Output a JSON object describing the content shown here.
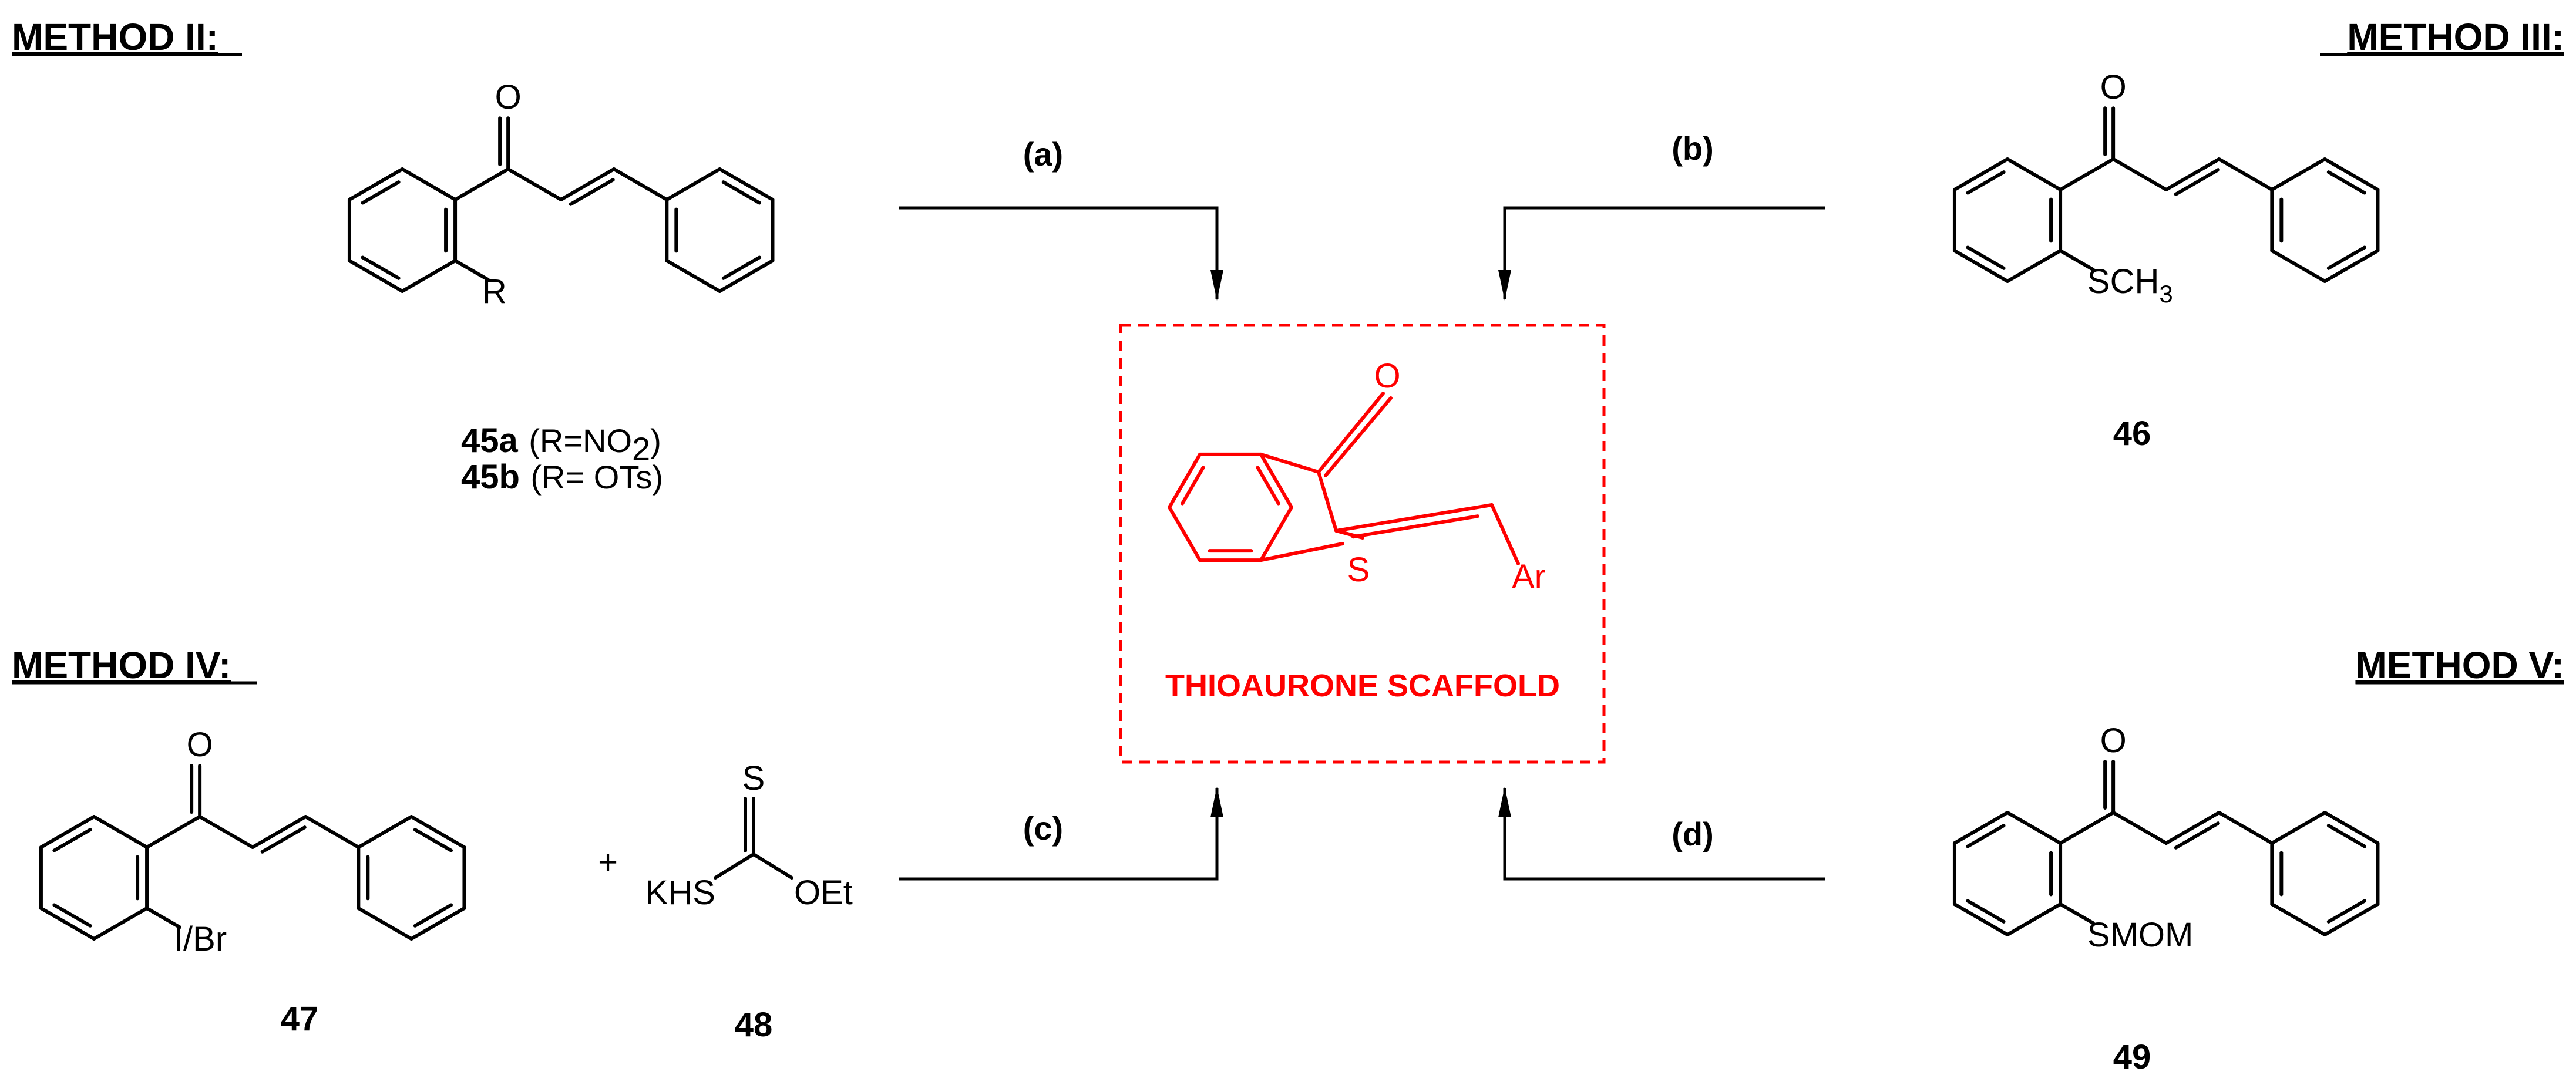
{
  "methods": {
    "ii": "METHOD II:",
    "iii": "METHOD III:",
    "iv": "METHOD IV:",
    "v": "METHOD V:"
  },
  "steps": {
    "a": "(a)",
    "b": "(b)",
    "c": "(c)",
    "d": "(d)"
  },
  "compounds": {
    "c45": {
      "line1_num": "45a",
      "line1_note_a": "(R=NO",
      "line1_note_sub": "2",
      "line1_note_b": ")",
      "line2_num": "45b",
      "line2_note": "(R= OTs)",
      "substituent": "R",
      "oxygen": "O"
    },
    "c46": {
      "num": "46",
      "substituent": "SCH",
      "substituent_sub": "3",
      "oxygen": "O"
    },
    "c47": {
      "num": "47",
      "substituent": "I/Br",
      "oxygen": "O"
    },
    "c48": {
      "num": "48",
      "thione": "S",
      "left_group": "KHS",
      "right_group": "OEt",
      "plus": "+"
    },
    "c49": {
      "num": "49",
      "substituent": "SMOM",
      "oxygen": "O"
    }
  },
  "scaffold": {
    "title": "THIOAURONE SCAFFOLD",
    "oxygen": "O",
    "sulfur": "S",
    "aryl": "Ar",
    "color": "#ff0000"
  },
  "colors": {
    "ink": "#000000",
    "highlight": "#ff0000"
  }
}
